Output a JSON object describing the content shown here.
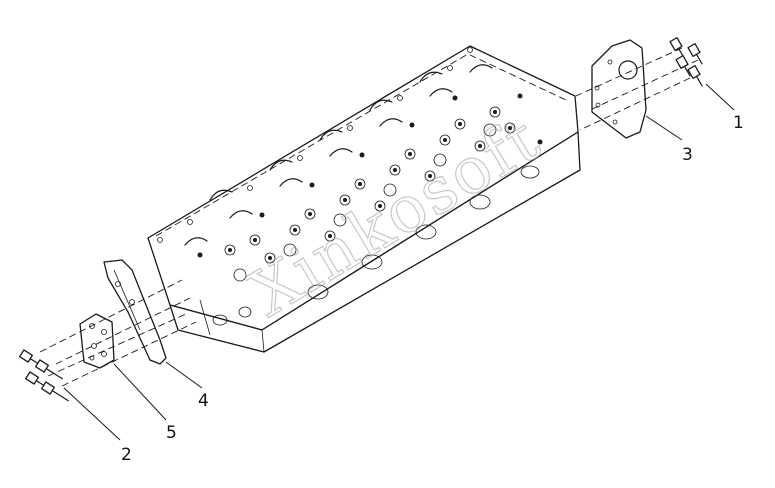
{
  "diagram": {
    "callouts": [
      {
        "id": "1",
        "label": "1"
      },
      {
        "id": "2",
        "label": "2"
      },
      {
        "id": "3",
        "label": "3"
      },
      {
        "id": "4",
        "label": "4"
      },
      {
        "id": "5",
        "label": "5"
      }
    ],
    "watermark": "Xinkosoft",
    "line_color": "#1a1a1a"
  }
}
